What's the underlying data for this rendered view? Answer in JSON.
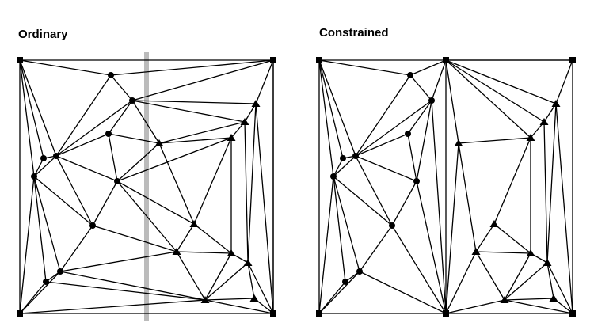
{
  "panels": {
    "left": {
      "title": "Ordinary"
    },
    "right": {
      "title": "Constrained"
    }
  },
  "colors": {
    "stroke": "#000000",
    "constraint_line": "#bbbbbb",
    "background": "#ffffff"
  },
  "node_shapes": [
    "corner-square",
    "point-circle",
    "point-triangle"
  ]
}
